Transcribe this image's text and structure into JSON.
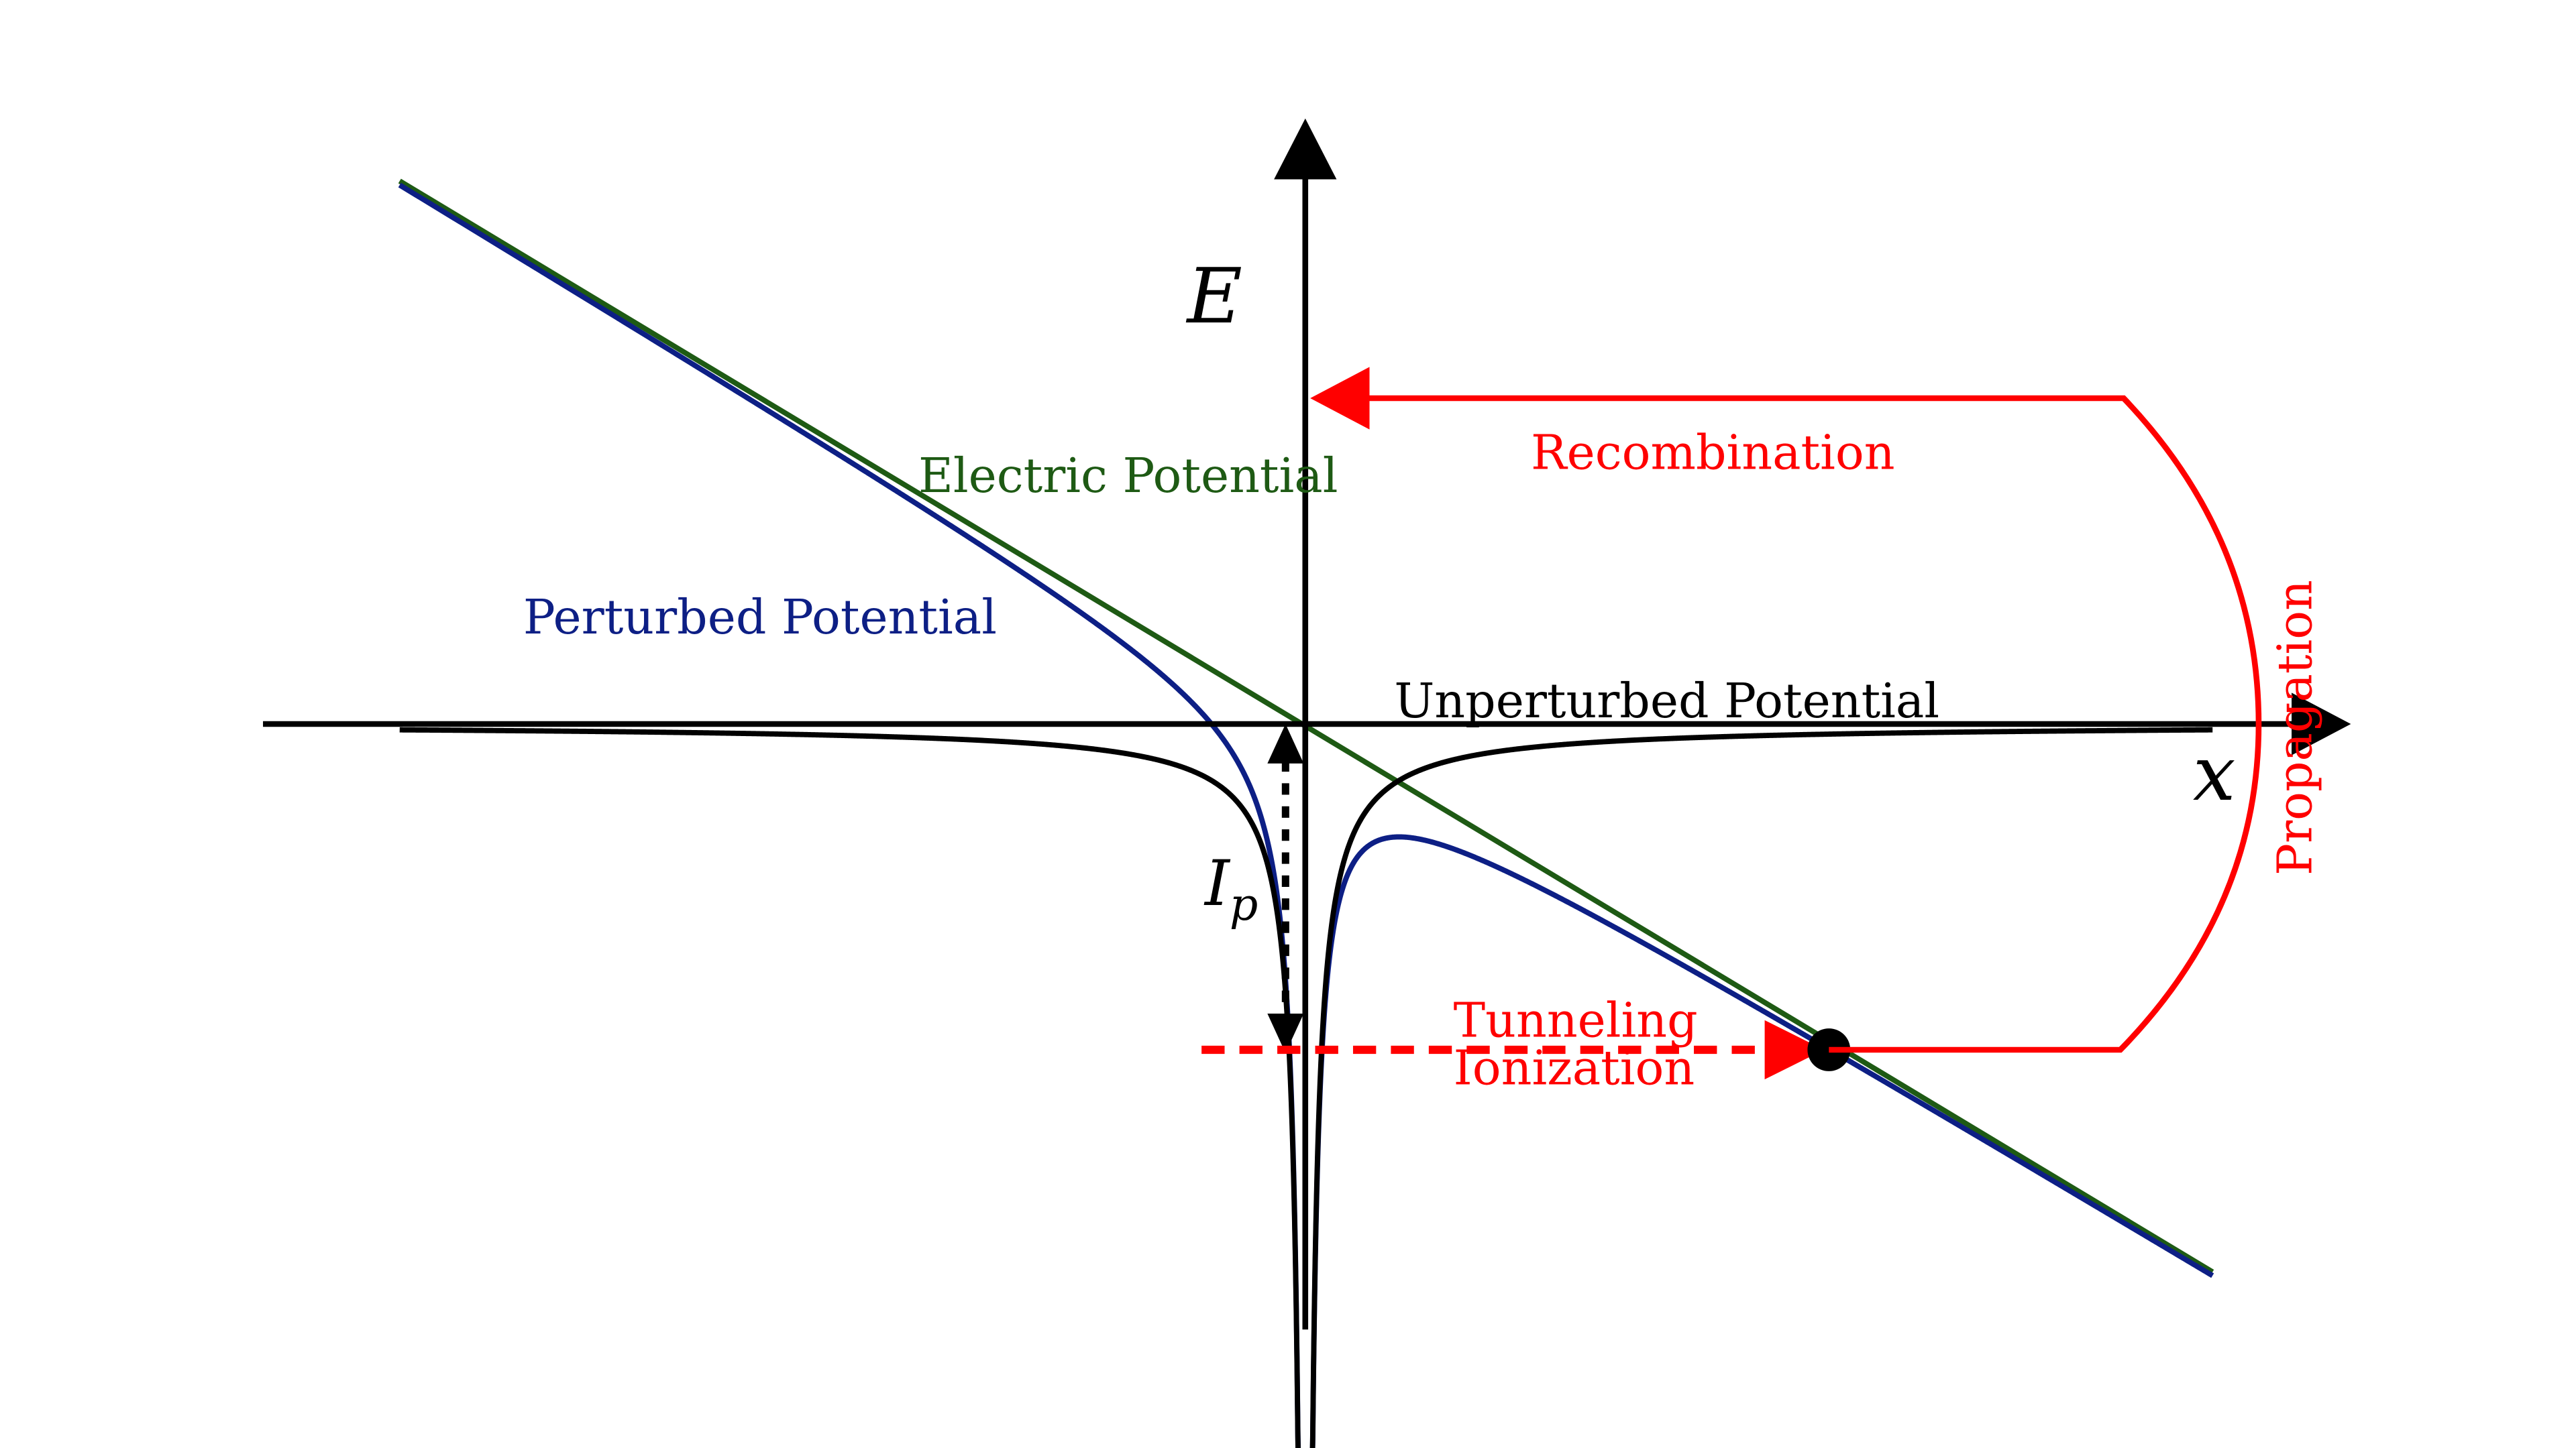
{
  "colors": {
    "axis": "#000000",
    "unperturbed": "#000000",
    "perturbed": "#0d1f85",
    "electric": "#1e5a14",
    "process": "#ff0000"
  },
  "axes": {
    "x_label": "x",
    "y_label": "E"
  },
  "labels": {
    "unperturbed": "Unperturbed Potential",
    "perturbed": "Perturbed Potential",
    "electric": "Electric Potential",
    "recombination": "Recombination",
    "propagation": "Propagation",
    "tunneling_line1": "Tunneling",
    "tunneling_line2": "Ionization",
    "ip_main": "I",
    "ip_sub": "p"
  }
}
